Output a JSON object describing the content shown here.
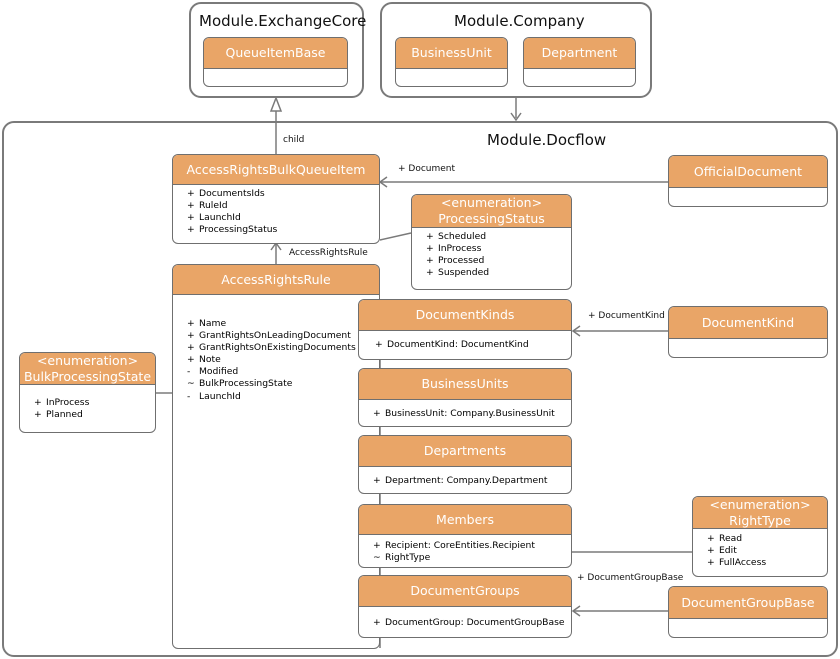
{
  "modules": {
    "exchange_core": "Module.ExchangeCore",
    "company": "Module.Company",
    "docflow": "Module.Docflow"
  },
  "classes": {
    "queue_item_base": {
      "name": "QueueItemBase",
      "members": []
    },
    "business_unit": {
      "name": "BusinessUnit",
      "members": []
    },
    "department": {
      "name": "Department",
      "members": []
    },
    "access_rights_bulk_queue_item": {
      "name": "AccessRightsBulkQueueItem",
      "members": [
        {
          "vis": "+",
          "text": "DocumentsIds"
        },
        {
          "vis": "+",
          "text": "RuleId"
        },
        {
          "vis": "+",
          "text": "LaunchId"
        },
        {
          "vis": "+",
          "text": "ProcessingStatus"
        }
      ]
    },
    "official_document": {
      "name": "OfficialDocument",
      "members": []
    },
    "processing_status": {
      "stereotype": "<enumeration>",
      "name": "ProcessingStatus",
      "members": [
        {
          "vis": "+",
          "text": "Scheduled"
        },
        {
          "vis": "+",
          "text": "InProcess"
        },
        {
          "vis": "+",
          "text": "Processed"
        },
        {
          "vis": "+",
          "text": "Suspended"
        }
      ]
    },
    "access_rights_rule": {
      "name": "AccessRightsRule",
      "members": [
        {
          "vis": "+",
          "text": "Name"
        },
        {
          "vis": "+",
          "text": "GrantRightsOnLeadingDocument"
        },
        {
          "vis": "+",
          "text": "GrantRightsOnExistingDocuments"
        },
        {
          "vis": "+",
          "text": "Note"
        },
        {
          "vis": "-",
          "text": "Modified"
        },
        {
          "vis": "~",
          "text": "BulkProcessingState"
        },
        {
          "vis": "-",
          "text": "LaunchId"
        }
      ]
    },
    "document_kinds": {
      "name": "DocumentKinds",
      "members": [
        {
          "vis": "+",
          "text": "DocumentKind: DocumentKind"
        }
      ]
    },
    "document_kind": {
      "name": "DocumentKind",
      "members": []
    },
    "bulk_processing_state": {
      "stereotype": "<enumeration>",
      "name": "BulkProcessingState",
      "members": [
        {
          "vis": "+",
          "text": "InProcess"
        },
        {
          "vis": "+",
          "text": "Planned"
        }
      ]
    },
    "business_units": {
      "name": "BusinessUnits",
      "members": [
        {
          "vis": "+",
          "text": "BusinessUnit: Company.BusinessUnit"
        }
      ]
    },
    "departments": {
      "name": "Departments",
      "members": [
        {
          "vis": "+",
          "text": "Department: Company.Department"
        }
      ]
    },
    "members": {
      "name": "Members",
      "members": [
        {
          "vis": "+",
          "text": "Recipient: CoreEntities.Recipient"
        },
        {
          "vis": "~",
          "text": "RightType"
        }
      ]
    },
    "right_type": {
      "stereotype": "<enumeration>",
      "name": "RightType",
      "members": [
        {
          "vis": "+",
          "text": "Read"
        },
        {
          "vis": "+",
          "text": "Edit"
        },
        {
          "vis": "+",
          "text": "FullAccess"
        }
      ]
    },
    "document_groups": {
      "name": "DocumentGroups",
      "members": [
        {
          "vis": "+",
          "text": "DocumentGroup: DocumentGroupBase"
        }
      ]
    },
    "document_group_base": {
      "name": "DocumentGroupBase",
      "members": []
    }
  },
  "edge_labels": {
    "child": "child",
    "document": "+ Document",
    "access_rights_rule": "AccessRightsRule",
    "document_kind": "+ DocumentKind",
    "document_group_base": "+ DocumentGroupBase"
  }
}
